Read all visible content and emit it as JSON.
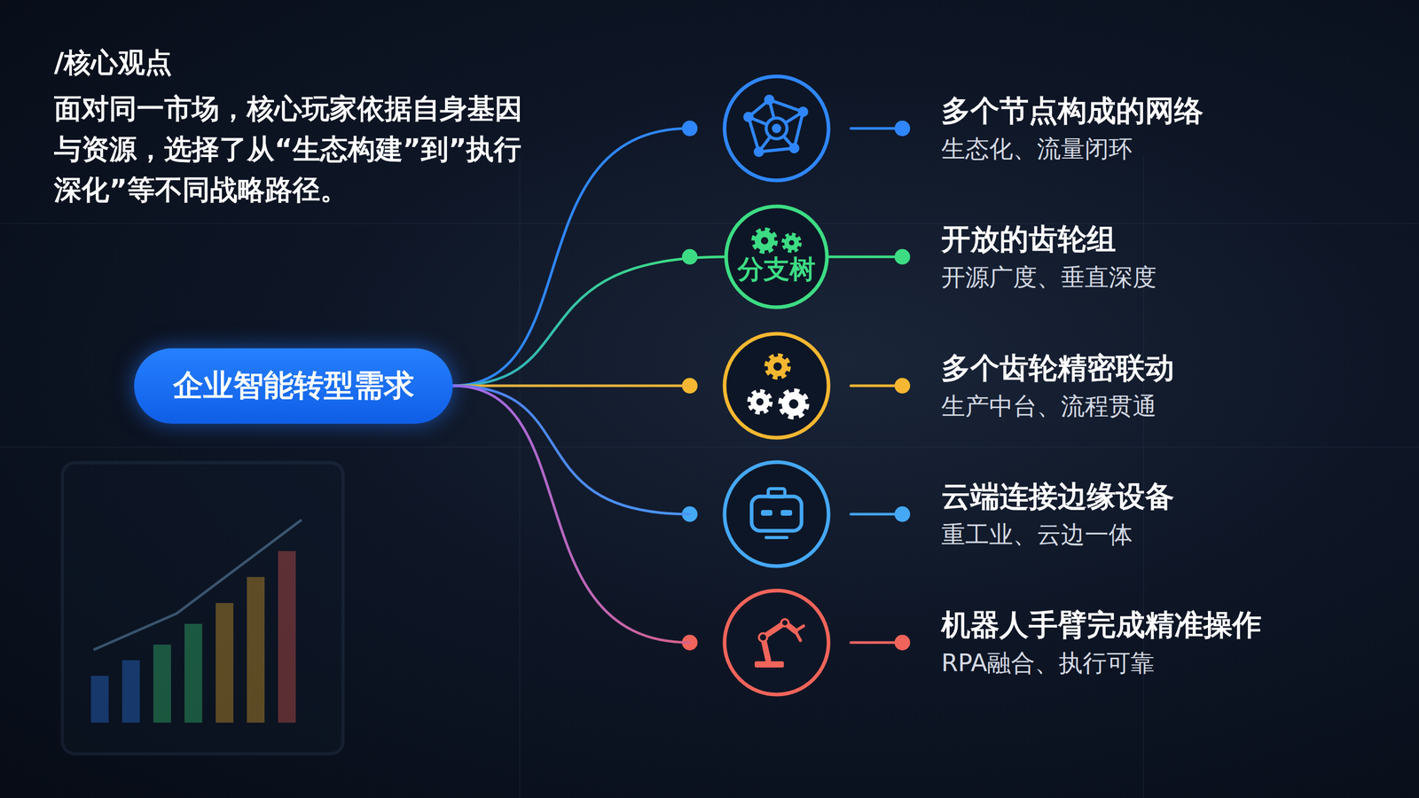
{
  "diagram": {
    "title": "/核心观点",
    "nodes": [
      {
        "text": [
          "企业智能转型需求"
        ]
      },
      {
        "text": [
          "多个节点构成的网络",
          "生态化、流量闭环"
        ]
      },
      {
        "text": [
          "分支树"
        ]
      },
      {
        "text": [
          "开放的齿轮组",
          "开源广度、垂直深度"
        ]
      },
      {
        "text": [
          "多个齿轮精密联动",
          "生产中台、流程贯通"
        ]
      },
      {
        "text": [
          "云端连接边缘设备",
          "重工业、云边一体"
        ]
      },
      {
        "text": [
          "机器人手臂完成精准操作",
          "RPA融合、执行可靠"
        ]
      }
    ],
    "edges": [
      {
        "from": 0,
        "to": 1,
        "arrow": "none"
      },
      {
        "from": 0,
        "to": 2,
        "arrow": "none"
      },
      {
        "from": 2,
        "to": 3,
        "arrow": "none"
      },
      {
        "from": 0,
        "to": 4,
        "arrow": "none"
      },
      {
        "from": 0,
        "to": 5,
        "arrow": "none"
      },
      {
        "from": 0,
        "to": 6,
        "arrow": "none"
      }
    ],
    "labels": [
      "面对同一市场，核心玩家依据自身基因与资源，选择了从“生态构建”到”执行深化”等不同战略路径。"
    ]
  }
}
